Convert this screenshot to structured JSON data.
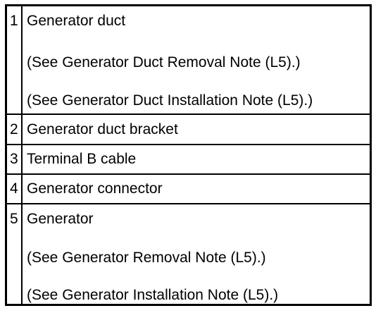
{
  "rows": [
    {
      "number": "1",
      "lines": [
        "Generator duct",
        "(See Generator Duct Removal Note (L5).)",
        "(See Generator Duct Installation Note (L5).)"
      ]
    },
    {
      "number": "2",
      "lines": [
        "Generator duct bracket"
      ]
    },
    {
      "number": "3",
      "lines": [
        "Terminal B cable"
      ]
    },
    {
      "number": "4",
      "lines": [
        "Generator connector"
      ]
    },
    {
      "number": "5",
      "lines": [
        "Generator",
        "(See Generator Removal Note (L5).)",
        "(See Generator Installation Note (L5).)"
      ]
    }
  ]
}
